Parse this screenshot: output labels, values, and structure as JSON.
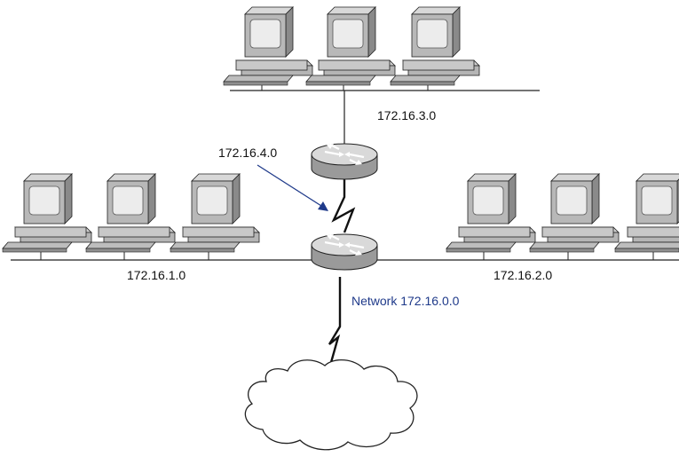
{
  "labels": {
    "top_lan": "172.16.3.0",
    "wan_link": "172.16.4.0",
    "left_lan": "172.16.1.0",
    "right_lan": "172.16.2.0",
    "network": "Network 172.16.0.0"
  },
  "colors": {
    "line": "#222222",
    "annotation_blue": "#1f3a8a",
    "pc_light": "#e2e2e2",
    "pc_mid": "#b5b5b5",
    "pc_dark": "#7a7a7a",
    "router_light": "#d9d9d9",
    "router_dark": "#9a9a9a"
  },
  "icons": {
    "pc": "desktop-computer-icon",
    "router": "router-icon",
    "cloud": "cloud-icon"
  }
}
